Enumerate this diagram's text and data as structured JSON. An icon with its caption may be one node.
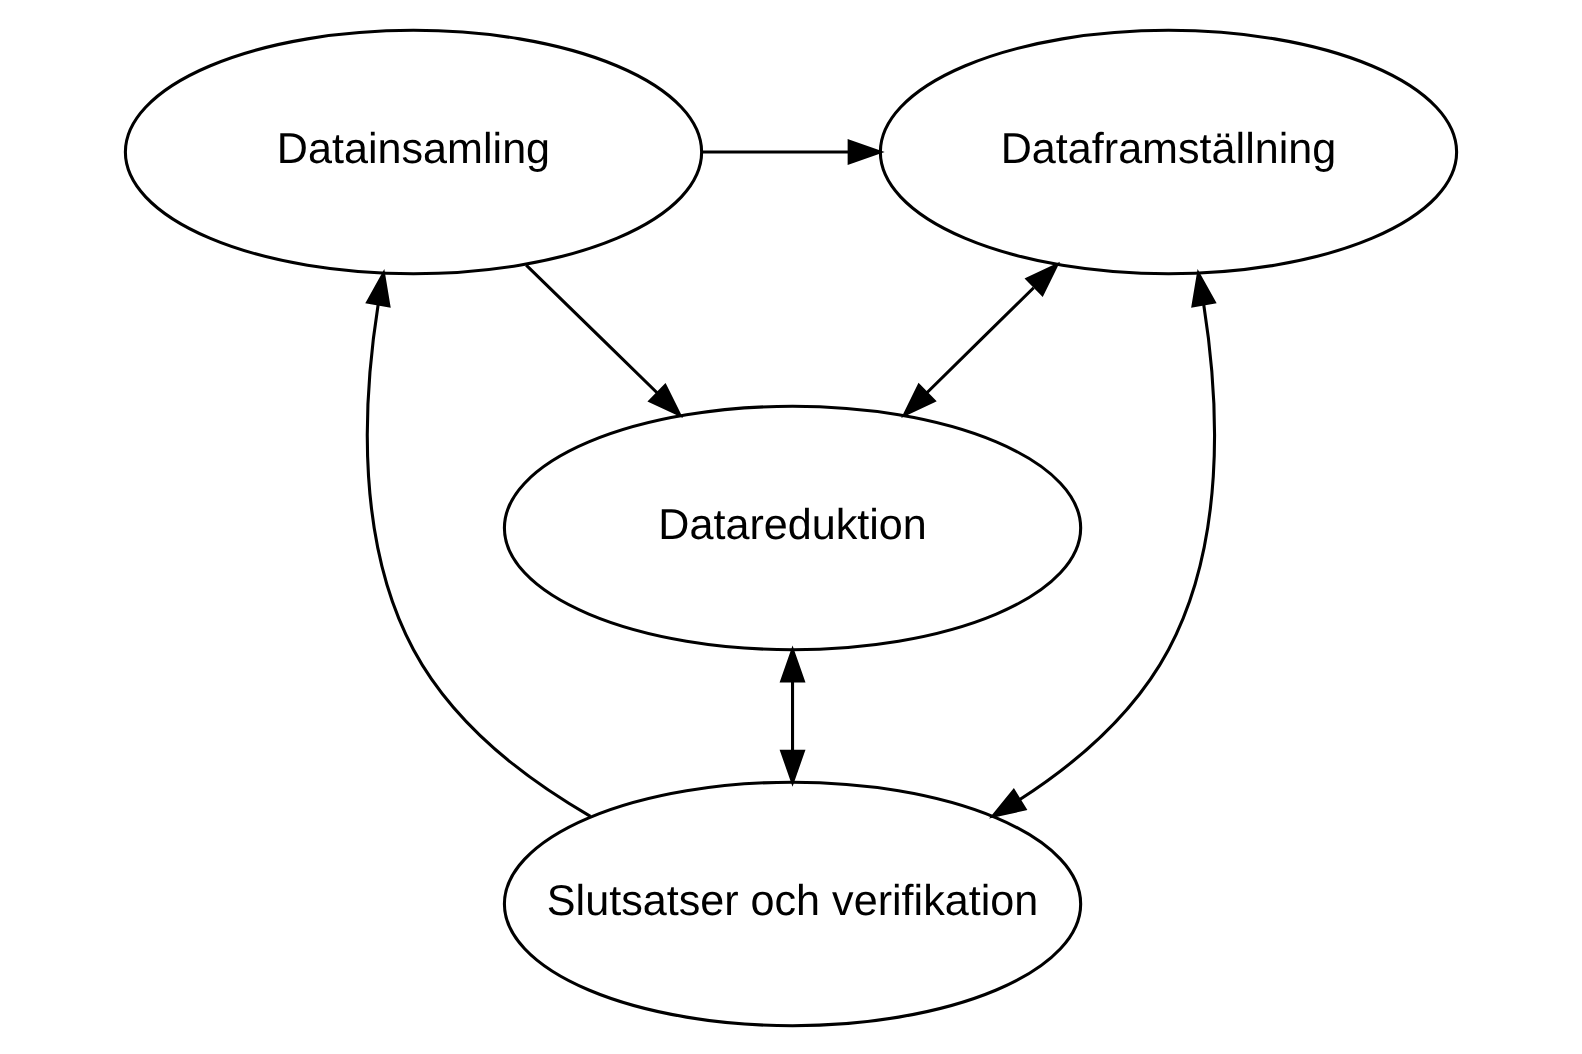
{
  "diagram": {
    "nodes": [
      {
        "text": [
          "Datainsamling"
        ]
      },
      {
        "text": [
          "Dataframställning"
        ]
      },
      {
        "text": [
          "Datareduktion"
        ]
      },
      {
        "text": [
          "Slutsatser och verifikation"
        ]
      }
    ],
    "edges": [
      {
        "from": 0,
        "to": 1,
        "arrow": "to"
      },
      {
        "from": 0,
        "to": 2,
        "arrow": "to"
      },
      {
        "from": 1,
        "to": 2,
        "arrow": "both"
      },
      {
        "from": 1,
        "to": 3,
        "arrow": "both"
      },
      {
        "from": 2,
        "to": 3,
        "arrow": "both"
      },
      {
        "from": 3,
        "to": 0,
        "arrow": "to"
      }
    ]
  }
}
